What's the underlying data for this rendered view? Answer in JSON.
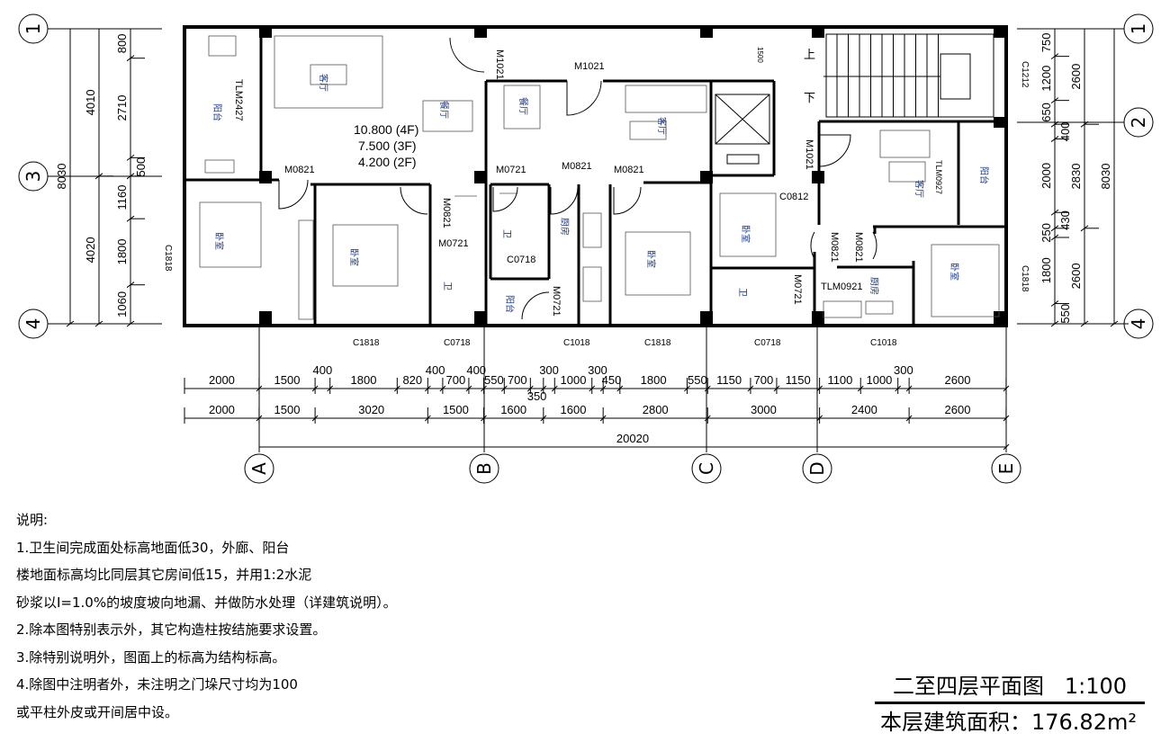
{
  "plan": {
    "rooms": {
      "balcony": "阳台",
      "living": "客厅",
      "dining": "餐厅",
      "bedroom": "卧室",
      "toilet": "卫",
      "kitchen": "厨房",
      "stair_up": "上",
      "stair_down": "下"
    },
    "openings": {
      "tlm2427": "TLM2427",
      "m0821": "M0821",
      "m0721": "M0721",
      "m1021": "M1021",
      "c0718": "C0718",
      "c0812": "C0812",
      "tlm0927": "TLM0927",
      "tlm0921": "TLM0921",
      "c1818": "C1818",
      "c1018": "C1018",
      "c1212": "C1212",
      "d1500": "1500"
    },
    "elevations": [
      "10.800 (4F)",
      "7.500 (3F)",
      "4.200 (2F)"
    ]
  },
  "axes": {
    "columns": [
      "A",
      "B",
      "C",
      "D",
      "E"
    ],
    "rows_left": [
      "1",
      "3",
      "4"
    ],
    "rows_right": [
      "1",
      "2",
      "4"
    ]
  },
  "dimensions": {
    "bottom_detail": [
      2000,
      1500,
      400,
      1800,
      820,
      400,
      700,
      400,
      550,
      700,
      350,
      300,
      1000,
      300,
      450,
      1800,
      550,
      1150,
      700,
      1150,
      1100,
      1000,
      300,
      2600
    ],
    "bottom_axis": [
      2000,
      1500,
      3020,
      1500,
      1600,
      1600,
      2800,
      3000,
      2400,
      2600
    ],
    "bottom_total": [
      20020
    ],
    "left_detail": [
      800,
      2710,
      500,
      1160,
      1800,
      1060
    ],
    "left_axis": [
      4010,
      4020
    ],
    "left_total": [
      8030
    ],
    "right_detail": [
      750,
      1200,
      650,
      400,
      2000,
      430,
      250,
      1800,
      550
    ],
    "right_axis": [
      2600,
      2830,
      2600
    ],
    "right_total": [
      8030
    ]
  },
  "notes": {
    "heading": "说明:",
    "lines": [
      "1.卫生间完成面处标高地面低30，外廊、阳台",
      "楼地面标高均比同层其它房间低15，并用1:2水泥",
      "砂浆以I=1.0%的坡度坡向地漏、并做防水处理（详建筑说明）。",
      "2.除本图特别表示外，其它构造柱按结施要求设置。",
      "3.除特别说明外，图面上的标高为结构标高。",
      "4.除图中注明者外，未注明之门垛尺寸均为100",
      "或平柱外皮或开间居中设。"
    ]
  },
  "title": {
    "name": "二至四层平面图   1:100",
    "area": "本层建筑面积：176.82m²"
  }
}
